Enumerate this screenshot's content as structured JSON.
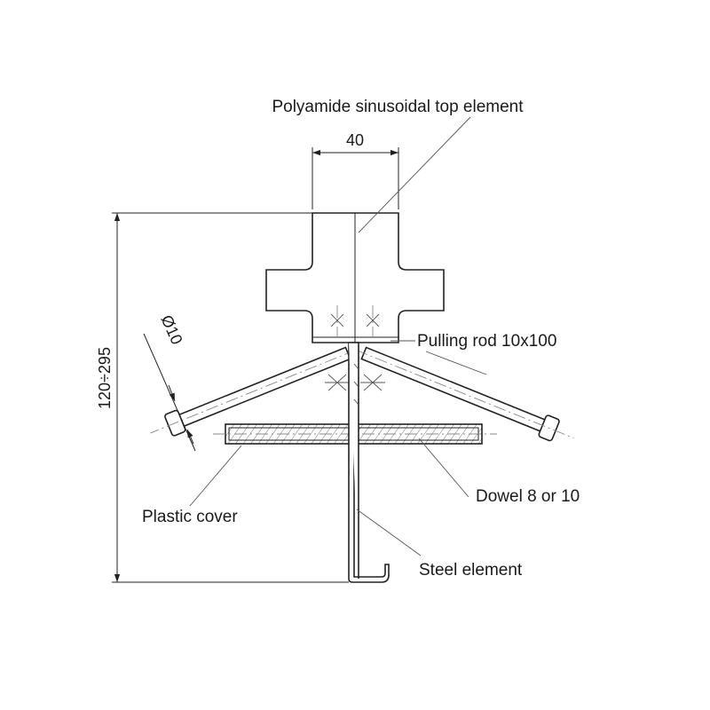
{
  "labels": {
    "top_element": "Polyamide sinusoidal top element",
    "pulling_rod": "Pulling rod 10x100",
    "dowel": "Dowel 8 or 10",
    "plastic_cover": "Plastic cover",
    "steel_element": "Steel element"
  },
  "dimensions": {
    "width": "40",
    "height": "120÷295",
    "diameter": "Ø10"
  },
  "colors": {
    "stroke": "#222222",
    "background": "#ffffff"
  }
}
